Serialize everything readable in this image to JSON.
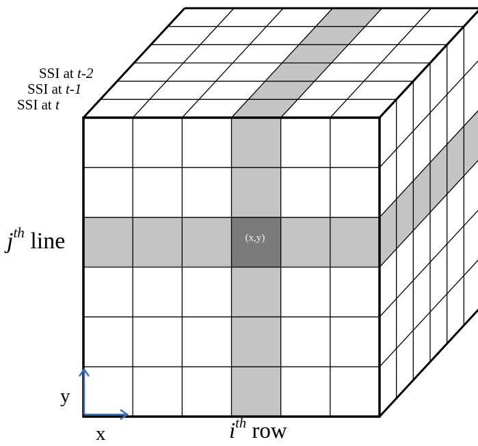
{
  "grid": {
    "columns": 6,
    "rows": 6,
    "layers": 6,
    "highlight_column": 4,
    "highlight_row": 3
  },
  "colors": {
    "highlight": "#c4c4c4",
    "center": "#7b7b7b",
    "line": "#000000",
    "axis": "#3e6fb5"
  },
  "layers": [
    {
      "prefix": "SSI at ",
      "time": "t-2"
    },
    {
      "prefix": "SSI at ",
      "time": "t-1"
    },
    {
      "prefix": "SSI at ",
      "time": "t"
    }
  ],
  "center_label": "(x,y)",
  "line_label": {
    "index": "j",
    "suffix": "th",
    "word": "line"
  },
  "row_label": {
    "index": "i",
    "suffix": "th",
    "word": "row"
  },
  "axes": {
    "x": "x",
    "y": "y"
  }
}
